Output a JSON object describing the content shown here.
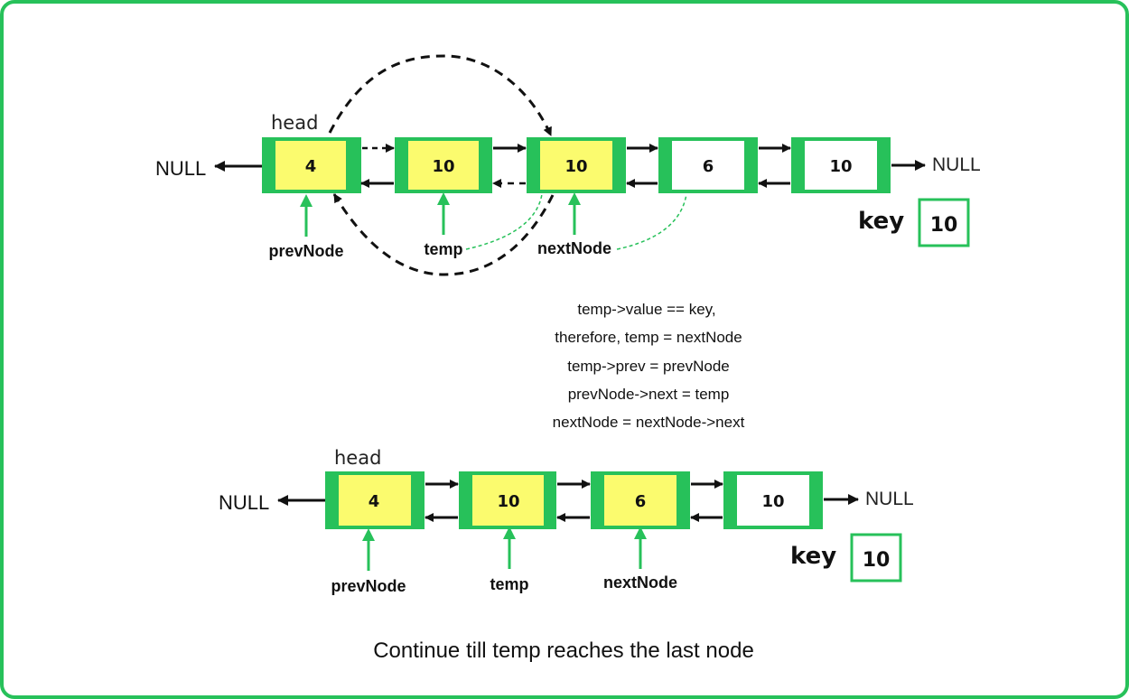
{
  "colors": {
    "green": "#27c15a",
    "yellow": "#fbfb6e",
    "white": "#ffffff",
    "arrow": "#111111",
    "border": "#27c15a"
  },
  "null_label": "NULL",
  "head_label": "head",
  "key_label": "key",
  "step1": {
    "nodes": [
      {
        "value": "4",
        "highlight": true
      },
      {
        "value": "10",
        "highlight": true
      },
      {
        "value": "10",
        "highlight": true
      },
      {
        "value": "6",
        "highlight": false
      },
      {
        "value": "10",
        "highlight": false
      }
    ],
    "pointers": {
      "prev": "prevNode",
      "temp": "temp",
      "next": "nextNode"
    },
    "key_value": "10"
  },
  "explanation": [
    "temp->value == key,",
    "therefore, temp = nextNode",
    "temp->prev = prevNode",
    "prevNode->next = temp",
    "nextNode = nextNode->next"
  ],
  "step2": {
    "nodes": [
      {
        "value": "4",
        "highlight": true
      },
      {
        "value": "10",
        "highlight": true
      },
      {
        "value": "6",
        "highlight": true
      },
      {
        "value": "10",
        "highlight": false
      }
    ],
    "pointers": {
      "prev": "prevNode",
      "temp": "temp",
      "next": "nextNode"
    },
    "key_value": "10"
  },
  "caption": "Continue till temp reaches the last node"
}
